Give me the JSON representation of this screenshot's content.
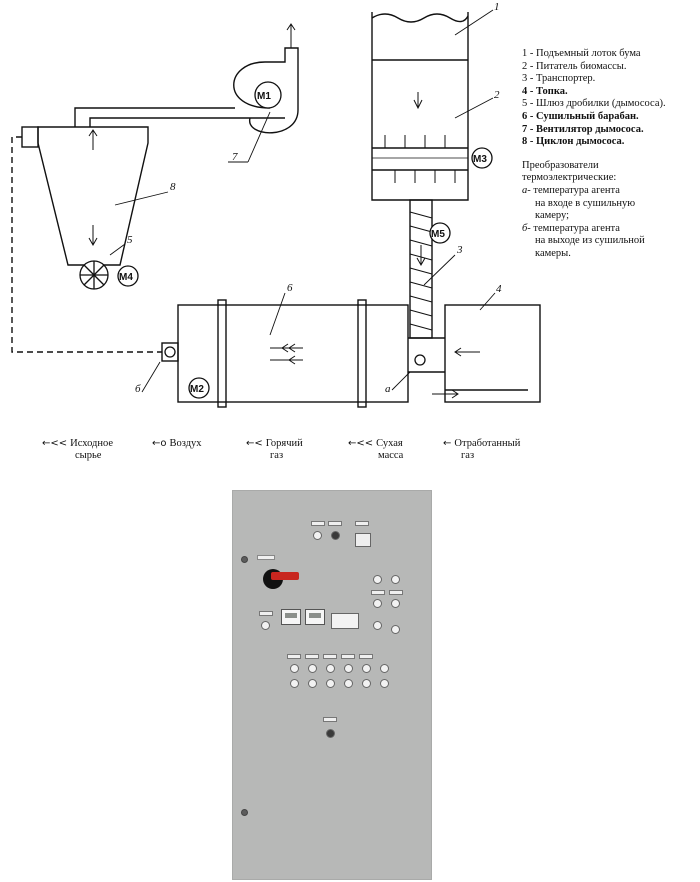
{
  "diagram": {
    "motors": [
      "M1",
      "M2",
      "M3",
      "M4",
      "M5"
    ],
    "callouts": [
      "1",
      "2",
      "3",
      "4",
      "5",
      "6",
      "7",
      "8"
    ],
    "sensor_markers": [
      "а",
      "б"
    ]
  },
  "legend": {
    "items": [
      "1 - Подъемный лоток бума",
      "2 - Питатель биомассы.",
      "3 - Транспортер.",
      "4 - Топка.",
      "5 - Шлюз дробилки (дымососа).",
      "6 - Сушильный барабан.",
      "7 - Вентилятор дымососа.",
      "8 - Циклон дымососа."
    ],
    "sensors_title": "Преобразователи термоэлектрические:",
    "sensor_a_marker": "а",
    "sensor_a_text_1": "- температура агента",
    "sensor_a_text_2": "на входе в сушильную",
    "sensor_a_text_3": "камеру;",
    "sensor_b_marker": "б",
    "sensor_b_text_1": "- температура агента",
    "sensor_b_text_2": "на выходе из сушильной",
    "sensor_b_text_3": "камеры."
  },
  "flows": [
    {
      "symbol": "←<<",
      "line1": "Исходное",
      "line2": "сырье"
    },
    {
      "symbol": "←o",
      "line1": "Воздух",
      "line2": ""
    },
    {
      "symbol": "←<",
      "line1": "Горячий",
      "line2": "газ"
    },
    {
      "symbol": "←<<",
      "line1": "Сухая",
      "line2": "масса"
    },
    {
      "symbol": "←",
      "line1": "Отработанный",
      "line2": "газ"
    }
  ],
  "panel": {
    "main_switch_colors": {
      "knob": "#111111",
      "handle": "#c8261f"
    },
    "body_color": "#b7b8b7"
  }
}
